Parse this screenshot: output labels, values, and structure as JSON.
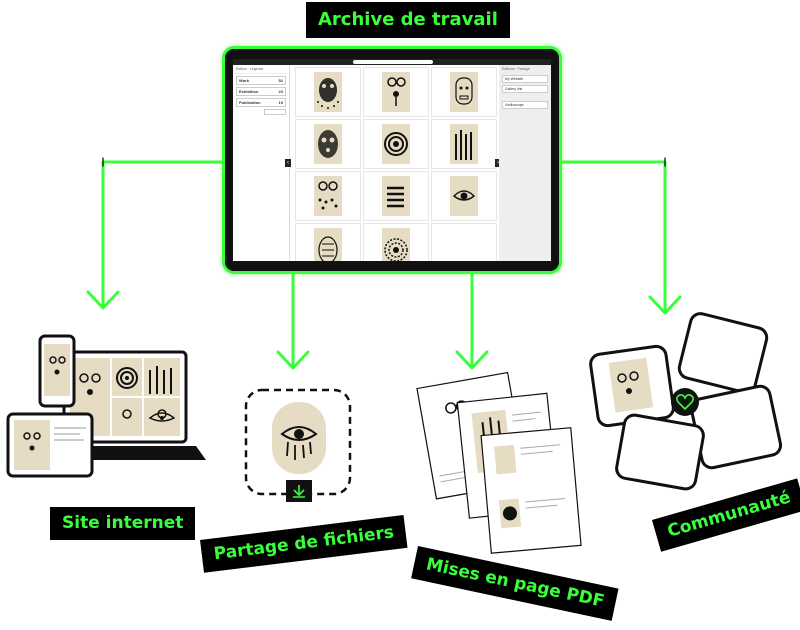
{
  "labels": {
    "archive": "Archive de travail",
    "website": "Site internet",
    "file_sharing": "Partage de fichiers",
    "pdf_layouts": "Mises en page PDF",
    "community": "Communauté"
  },
  "tablet": {
    "left_panel": {
      "header": "Édition · Légende",
      "rows": [
        {
          "name": "Work",
          "count": "52"
        },
        {
          "name": "Exhibition",
          "count": "23"
        },
        {
          "name": "Publication",
          "count": "19"
        }
      ]
    },
    "right_panel": {
      "header": "Éditions · Partage",
      "fields": [
        "My Website",
        "Gallery link",
        "Vieilloscope"
      ]
    }
  },
  "colors": {
    "accent": "#39ff3a",
    "label_bg": "#000000",
    "paper": "#e6dcc4",
    "ink": "#111111"
  }
}
